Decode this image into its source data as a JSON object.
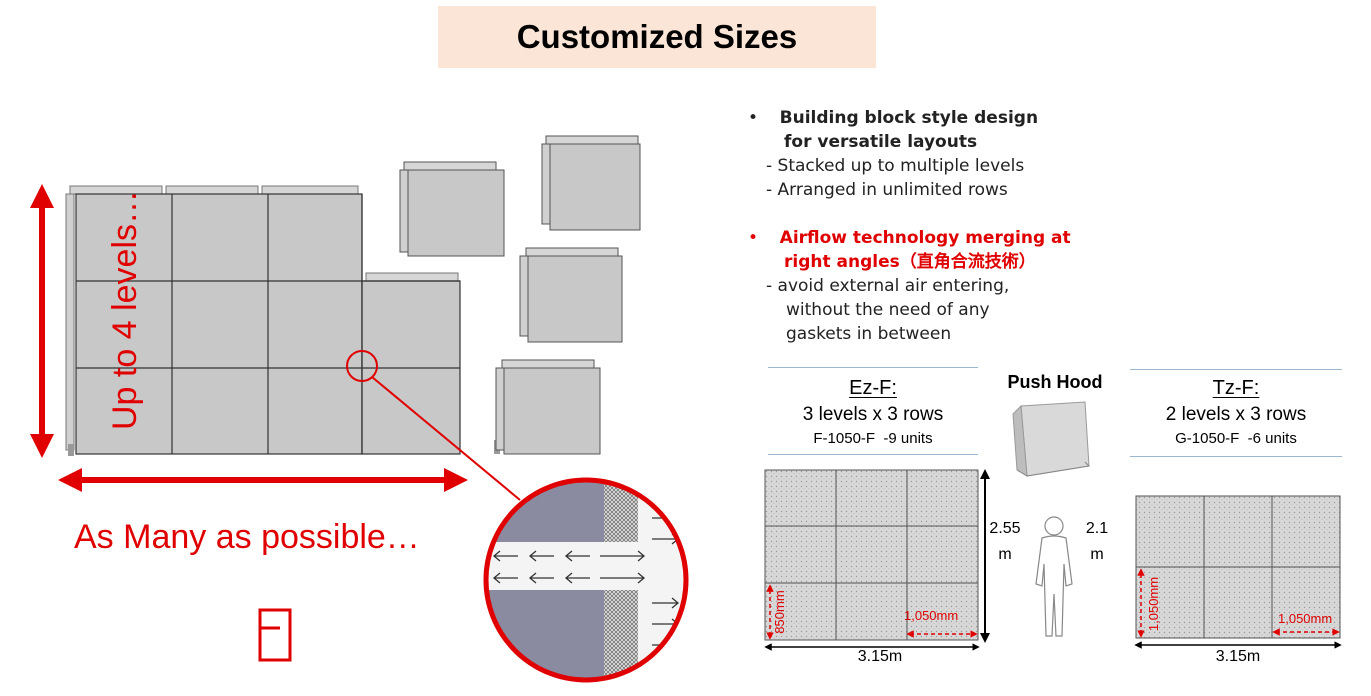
{
  "title": "Customized Sizes",
  "bullets": [
    {
      "lines": [
        "Building block style design",
        "for versatile layouts"
      ],
      "sub": [
        "- Stacked up to multiple levels",
        "- Arranged in unlimited rows"
      ],
      "color": "#000000"
    },
    {
      "lines": [
        "Airflow technology merging at",
        "right angles（直角合流技術）"
      ],
      "sub": [
        "- avoid external air entering,",
        "  without the need of any",
        "  gaskets in between"
      ],
      "color": "#e00000"
    }
  ],
  "left_labels": {
    "vertical": "Up to 4 levels…",
    "horizontal": "As Many as possible…"
  },
  "push_hood": "Push Hood",
  "ez": {
    "name": "Ez-F:",
    "config": "3 levels x 3 rows",
    "model": "F-1050-F  -9 units",
    "height": "2.55",
    "height_unit": "m",
    "width": "3.15m",
    "cell_h": "850mm",
    "cell_w": "1,050mm"
  },
  "tz": {
    "name": "Tz-F:",
    "config": "2 levels x 3 rows",
    "model": "G-1050-F  -6 units",
    "height": "2.1",
    "height_unit": "m",
    "width": "3.15m",
    "cell_h": "1,050mm",
    "cell_w": "1,050mm"
  },
  "colors": {
    "accent_red": "#e00000",
    "title_bg": "#fbe5d6",
    "panel_gray": "#c8c8c8"
  }
}
